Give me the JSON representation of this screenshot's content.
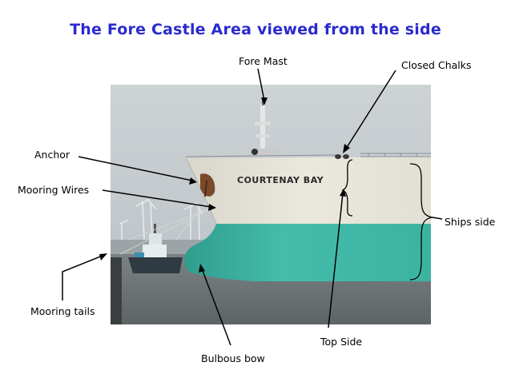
{
  "title": "The Fore Castle Area viewed from the side",
  "ship_name": "COURTENAY BAY",
  "labels": {
    "fore_mast": "Fore Mast",
    "closed_chalks": "Closed Chalks",
    "anchor": "Anchor",
    "mooring_wires": "Mooring Wires",
    "ships_side": "Ships side",
    "mooring_tails": "Mooring tails",
    "top_side": "Top Side",
    "bulbous_bow": "Bulbous bow"
  },
  "colors": {
    "title": "#2a2ad0",
    "hull_upper": "#e4e0d4",
    "hull_lower": "#3fb7a6",
    "sky": "#c2c8cc",
    "water": "#6b7275"
  }
}
